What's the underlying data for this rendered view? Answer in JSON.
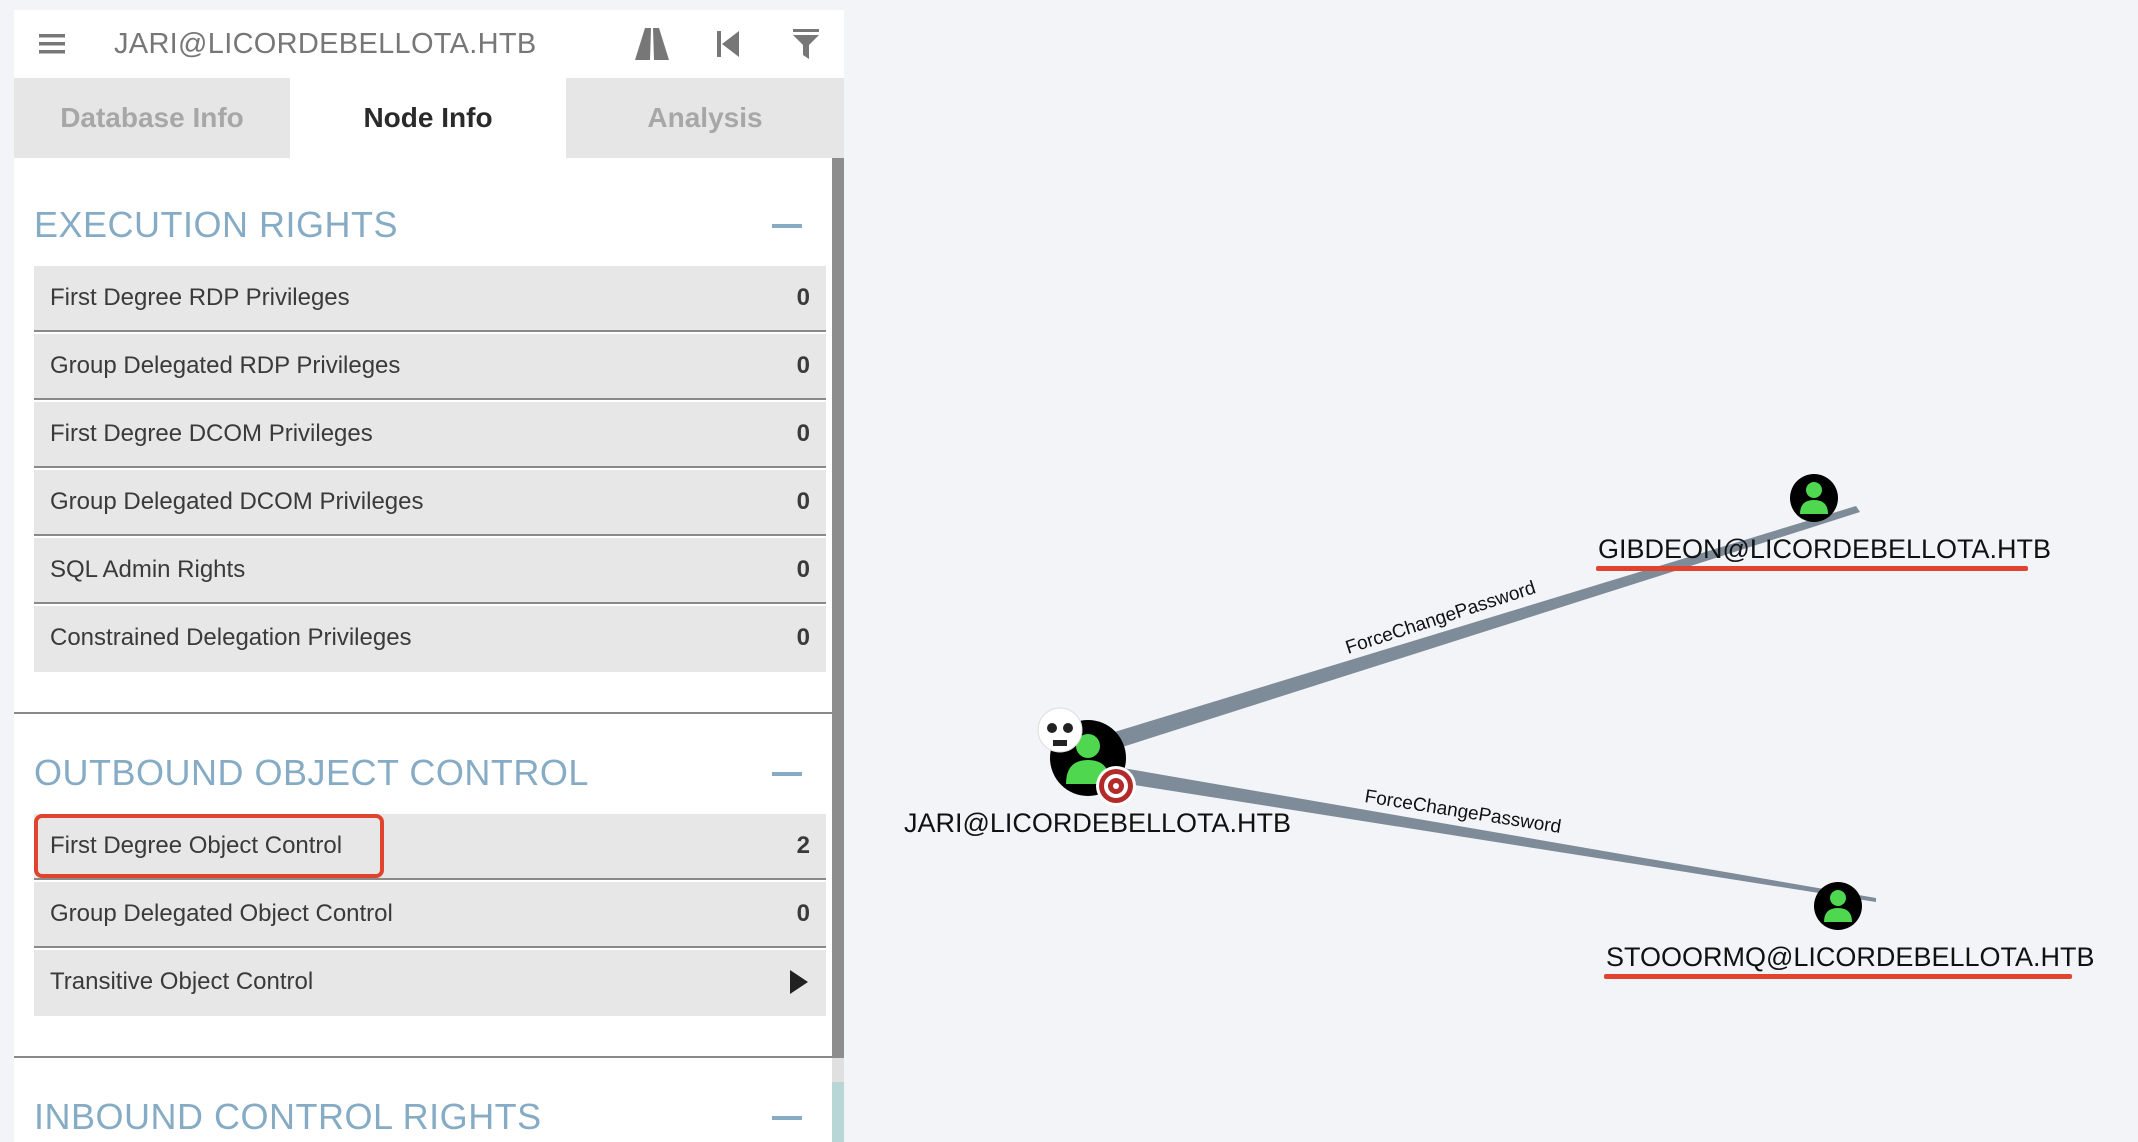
{
  "search": {
    "text": "JARI@LICORDEBELLOTA.HTB"
  },
  "toolbar": {
    "menu": "menu-icon",
    "pathfinding": "road-icon",
    "back": "back-icon",
    "filter": "filter-icon"
  },
  "tabs": [
    {
      "label": "Database Info",
      "active": false
    },
    {
      "label": "Node Info",
      "active": true
    },
    {
      "label": "Analysis",
      "active": false
    }
  ],
  "sections": {
    "execution": {
      "title": "EXECUTION RIGHTS",
      "rows": [
        {
          "label": "First Degree RDP Privileges",
          "value": "0"
        },
        {
          "label": "Group Delegated RDP Privileges",
          "value": "0"
        },
        {
          "label": "First Degree DCOM Privileges",
          "value": "0"
        },
        {
          "label": "Group Delegated DCOM Privileges",
          "value": "0"
        },
        {
          "label": "SQL Admin Rights",
          "value": "0"
        },
        {
          "label": "Constrained Delegation Privileges",
          "value": "0"
        }
      ]
    },
    "outbound": {
      "title": "OUTBOUND OBJECT CONTROL",
      "rows": [
        {
          "label": "First Degree Object Control",
          "value": "2"
        },
        {
          "label": "Group Delegated Object Control",
          "value": "0"
        },
        {
          "label": "Transitive Object Control",
          "value": ""
        }
      ]
    },
    "inbound": {
      "title": "INBOUND CONTROL RIGHTS"
    }
  },
  "graph": {
    "nodes": [
      {
        "id": "jari",
        "label": "JARI@LICORDEBELLOTA.HTB"
      },
      {
        "id": "gibdeon",
        "label": "GIBDEON@LICORDEBELLOTA.HTB"
      },
      {
        "id": "stooormq",
        "label": "STOOORMQ@LICORDEBELLOTA.HTB"
      }
    ],
    "edges": [
      {
        "from": "jari",
        "to": "gibdeon",
        "label": "ForceChangePassword"
      },
      {
        "from": "jari",
        "to": "stooormq",
        "label": "ForceChangePassword"
      }
    ],
    "colors": {
      "accent": "#e0432e",
      "user": "#4fd84f",
      "edge": "#7d8c98"
    }
  }
}
